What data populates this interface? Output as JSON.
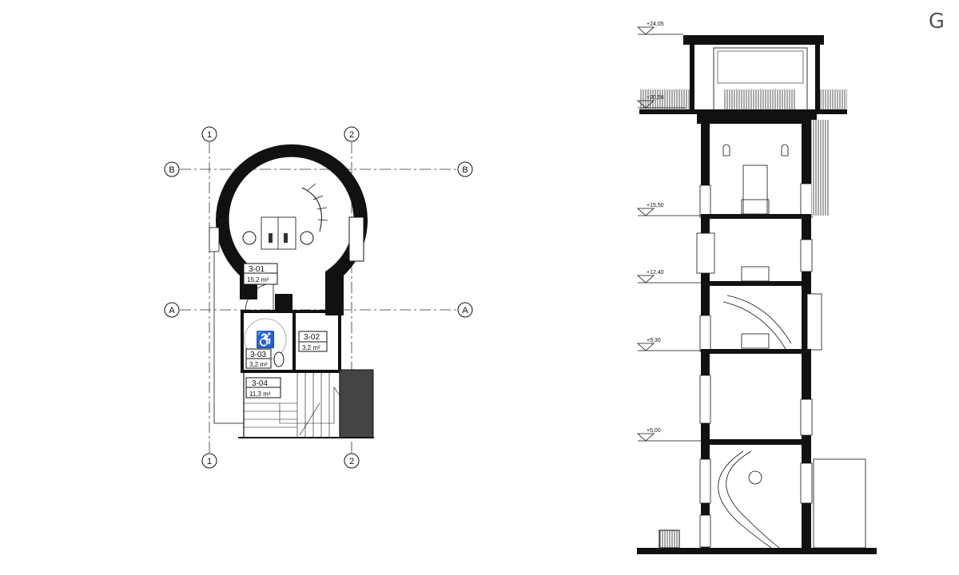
{
  "corner_letter": "G",
  "plan": {
    "grid_columns": [
      "1",
      "2"
    ],
    "grid_rows": [
      "A",
      "B"
    ],
    "rooms": [
      {
        "id": "3-01",
        "area": "15,2 m²"
      },
      {
        "id": "3-02",
        "area": "3,2 m²"
      },
      {
        "id": "3-03",
        "area": "3,2 m²"
      },
      {
        "id": "3-04",
        "area": "11,3 m²"
      }
    ]
  },
  "section": {
    "levels": [
      "+24,05",
      "+20,56",
      "+15,50",
      "+12,40",
      "+9,30",
      "+5,00"
    ]
  },
  "colors": {
    "line": "#111111",
    "grid": "#333333",
    "hatch": "#444444"
  }
}
